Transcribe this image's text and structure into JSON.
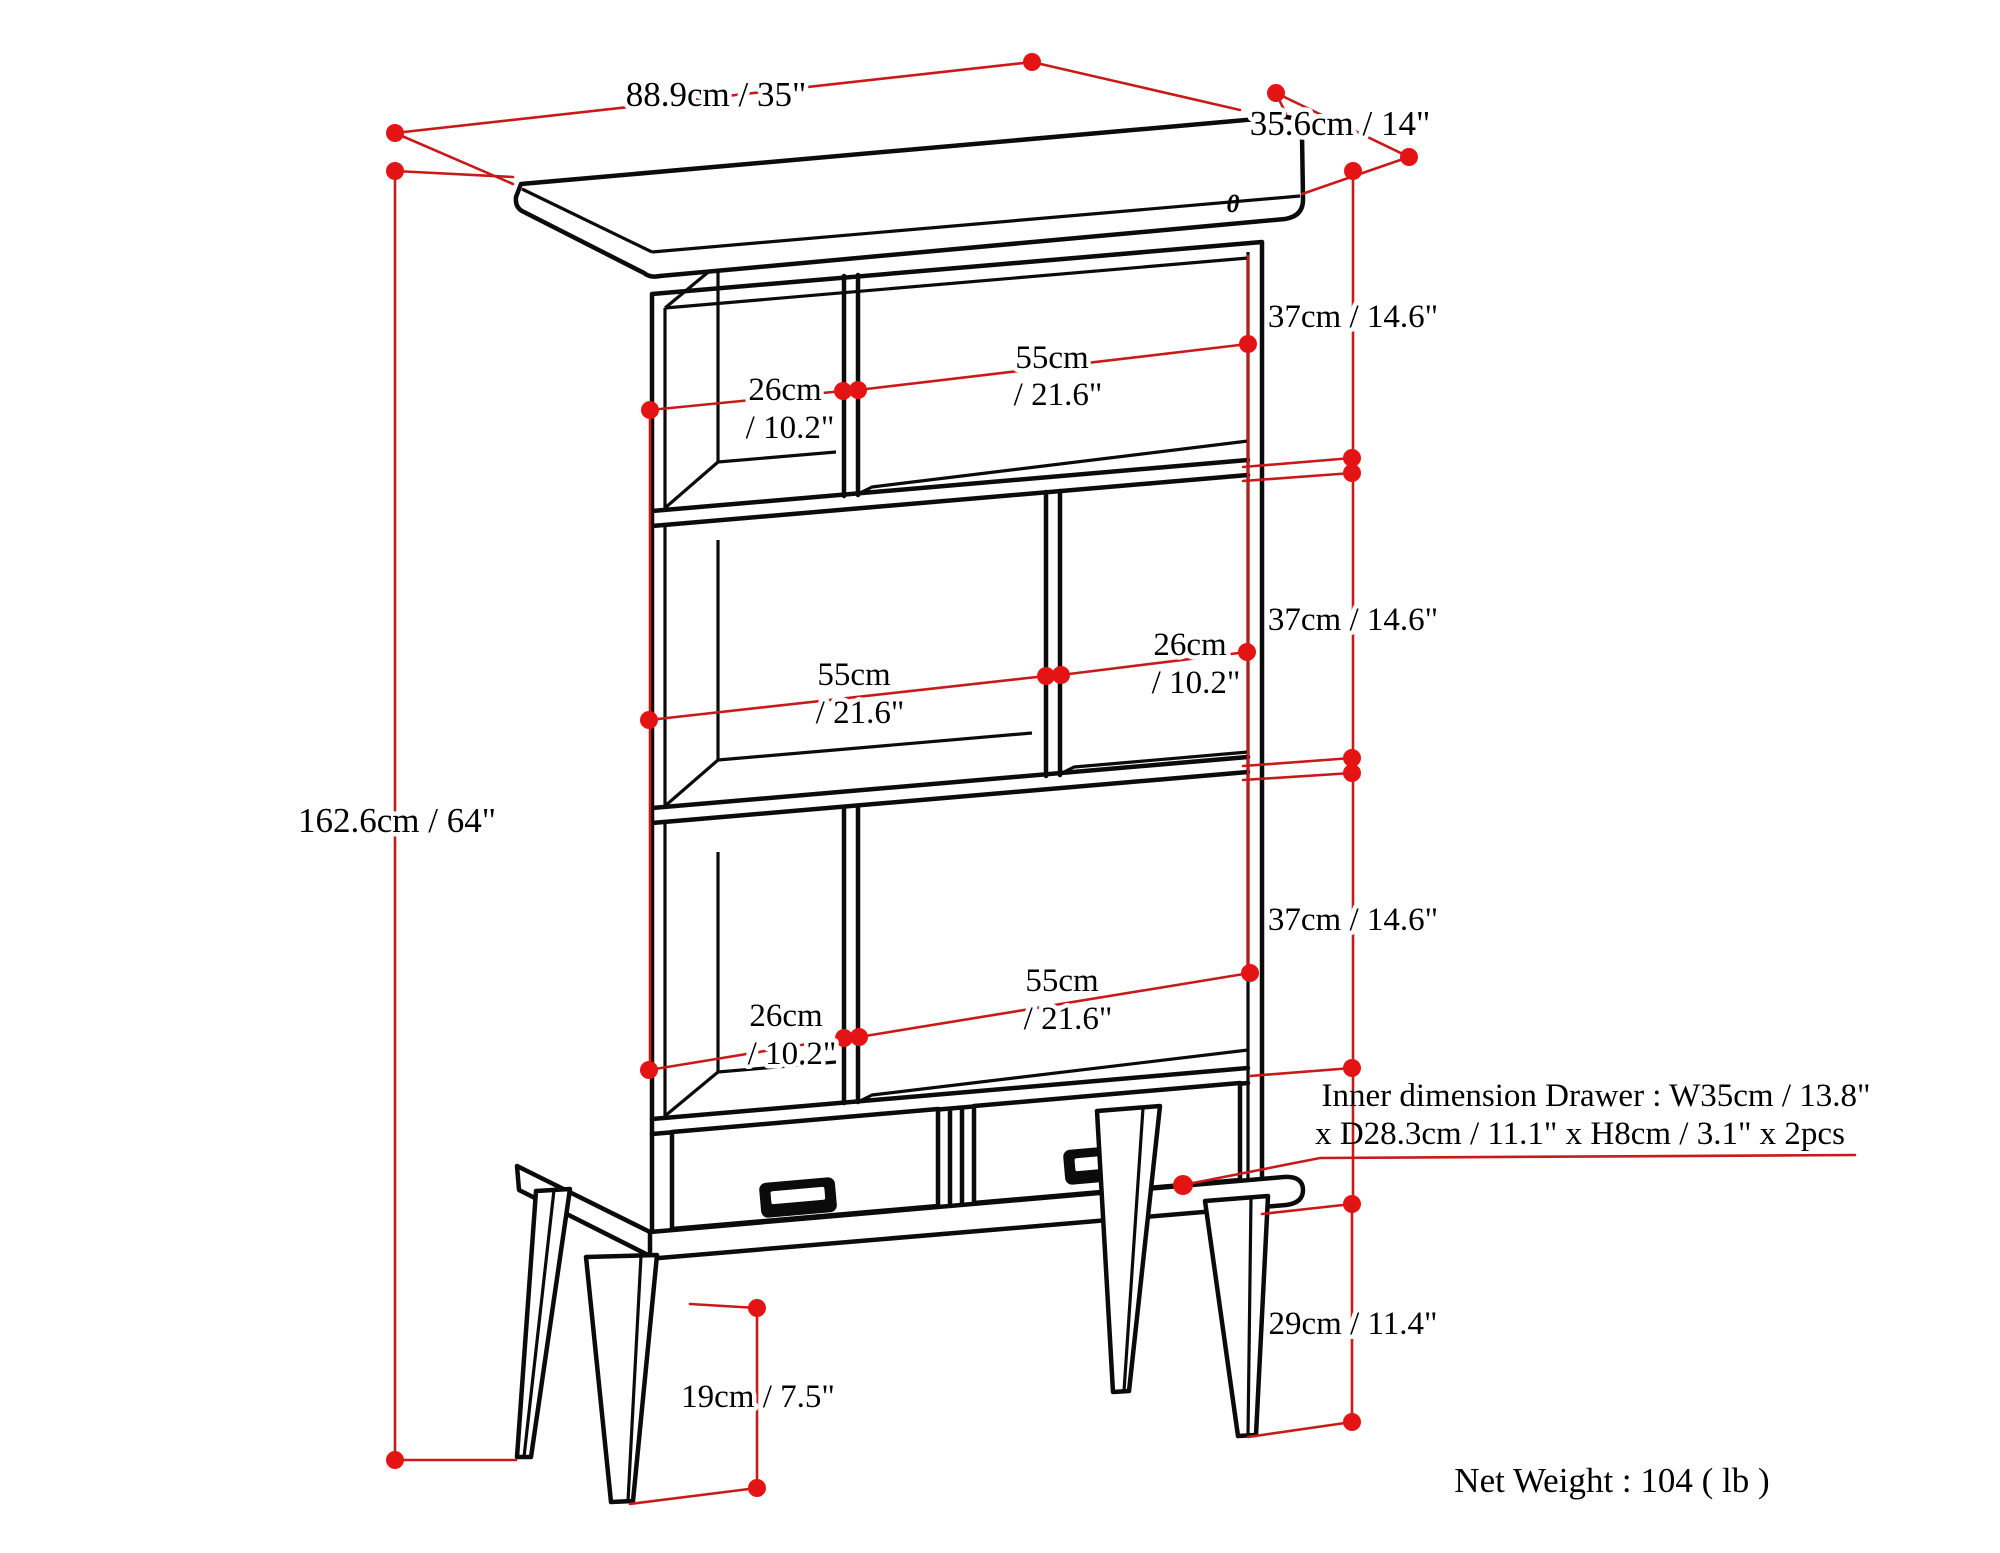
{
  "title": "Bookcase dimension diagram",
  "colors": {
    "dimension_red": "#c91a1a",
    "dot_red": "#e41414",
    "line_black": "#0b0b0b",
    "background": "#ffffff"
  },
  "labels": {
    "top_width": "88.9cm / 35\"",
    "top_depth": "35.6cm / 14\"",
    "overall_height": "162.6cm / 64\"",
    "section1_height": "37cm / 14.6\"",
    "section2_height": "37cm / 14.6\"",
    "section3_height": "37cm / 14.6\"",
    "base_height": "29cm / 11.4\"",
    "leg_height": "19cm / 7.5\"",
    "row1_left_cm": "26cm",
    "row1_left_in": "/ 10.2\"",
    "row1_right_cm": "55cm",
    "row1_right_in": "/ 21.6\"",
    "row2_left_cm": "55cm",
    "row2_left_in": "/ 21.6\"",
    "row2_right_cm": "26cm",
    "row2_right_in": "/ 10.2\"",
    "row3_left_cm": "26cm",
    "row3_left_in": "/ 10.2\"",
    "row3_right_cm": "55cm",
    "row3_right_in": "/ 21.6\"",
    "drawer_note_line1": "Inner dimension Drawer : W35cm / 13.8\"",
    "drawer_note_line2": "x D28.3cm / 11.1\" x H8cm / 3.1\" x 2pcs",
    "net_weight": "Net Weight : 104 ( lb )",
    "corner_mark": "0"
  }
}
